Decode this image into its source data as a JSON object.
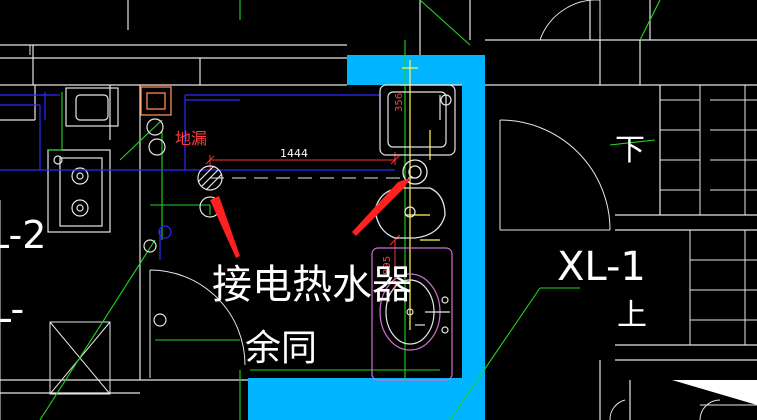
{
  "drawing": {
    "background": "#000000",
    "colors": {
      "wall": "#00b4ff",
      "line_white": "#e6e6e6",
      "line_green": "#22d622",
      "line_blue": "#2a2aff",
      "line_yellow": "#ffff4a",
      "line_red": "#ff3030",
      "line_magenta": "#d070d0",
      "line_orange": "#ff8a50"
    },
    "labels": {
      "floor_drain": "地漏",
      "dimension_1444": "1444",
      "dimension_356": "356",
      "dimension_895": "895",
      "electric_water_heater": "接电热水器",
      "same_below": "余同",
      "stair_down": "下",
      "stair_up": "上",
      "riser_left": "L-2",
      "riser_left_lower": "L-",
      "riser_xl1": "XL-1"
    },
    "symbols": [
      "floor-drain-icon",
      "water-heater-pipe-icon",
      "washbasin-icon",
      "toilet-icon",
      "stove-icon",
      "door-swing-icon",
      "annotation-arrow-icon"
    ]
  }
}
